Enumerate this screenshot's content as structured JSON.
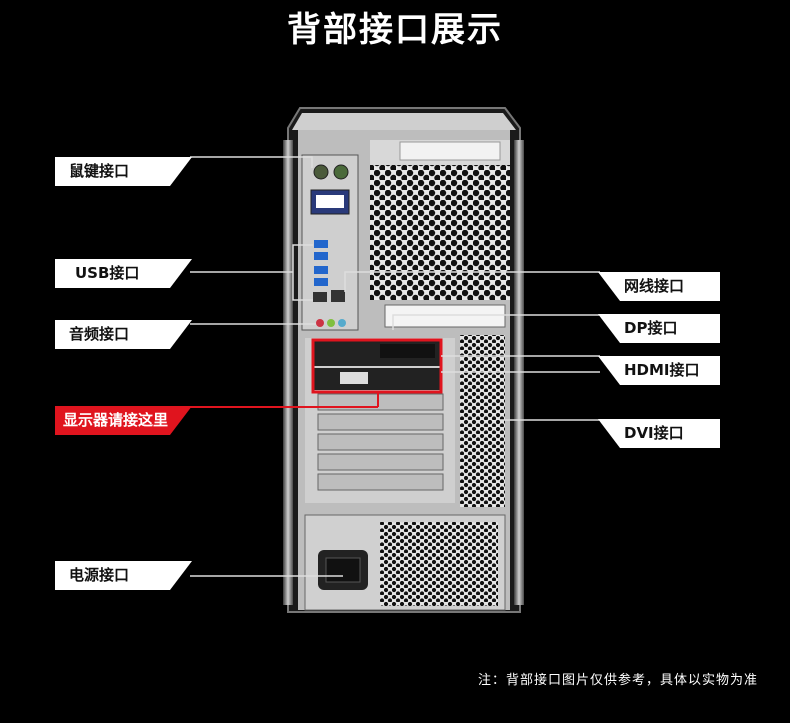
{
  "title": "背部接口展示",
  "labels": {
    "mouse_keyboard": "鼠键接口",
    "usb": "USB接口",
    "audio": "音频接口",
    "display_here": "显示器请接这里",
    "power": "电源接口",
    "network": "网线接口",
    "dp": "DP接口",
    "hdmi": "HDMI接口",
    "dvi": "DVI接口"
  },
  "note": "注：背部接口图片仅供参考，具体以实物为准",
  "colors": {
    "highlight": "#e0141e",
    "label_bg": "#ffffff",
    "background": "#000000"
  }
}
